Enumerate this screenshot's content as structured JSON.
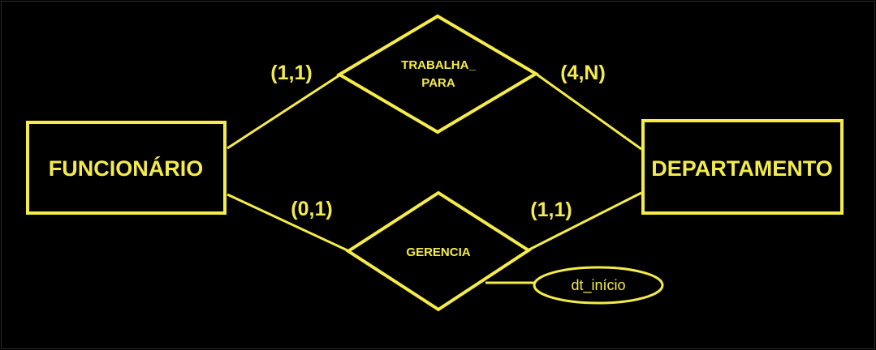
{
  "colors": {
    "background": "#000000",
    "stroke": "#f5ec4a",
    "text": "#f5ec4a"
  },
  "entities": {
    "funcionario": "FUNCIONÁRIO",
    "departamento": "DEPARTAMENTO"
  },
  "relationships": {
    "trabalha_para": {
      "line1": "TRABALHA_",
      "line2": "PARA"
    },
    "gerencia": {
      "label": "GERENCIA"
    }
  },
  "cardinalities": {
    "trabalha_para_funcionario": "(1,1)",
    "trabalha_para_departamento": "(4,N)",
    "gerencia_funcionario": "(0,1)",
    "gerencia_departamento": "(1,1)"
  },
  "attributes": {
    "dt_inicio": "dt_início"
  }
}
